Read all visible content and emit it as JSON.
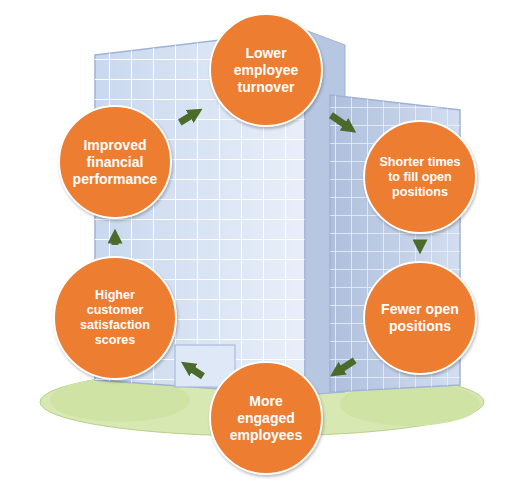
{
  "diagram": {
    "nodes": [
      {
        "text": [
          "Lower employee turnover"
        ]
      },
      {
        "text": [
          "Shorter times to fill open positions"
        ]
      },
      {
        "text": [
          "Fewer open positions"
        ]
      },
      {
        "text": [
          "More engaged employees"
        ]
      },
      {
        "text": [
          "Higher customer satisfaction scores"
        ]
      },
      {
        "text": [
          "Improved financial performance"
        ]
      }
    ],
    "edges": [
      {
        "from": 0,
        "to": 1,
        "arrow": "to"
      },
      {
        "from": 1,
        "to": 2,
        "arrow": "to"
      },
      {
        "from": 2,
        "to": 3,
        "arrow": "to"
      },
      {
        "from": 3,
        "to": 4,
        "arrow": "to"
      },
      {
        "from": 4,
        "to": 5,
        "arrow": "to"
      },
      {
        "from": 5,
        "to": 0,
        "arrow": "to"
      }
    ]
  }
}
